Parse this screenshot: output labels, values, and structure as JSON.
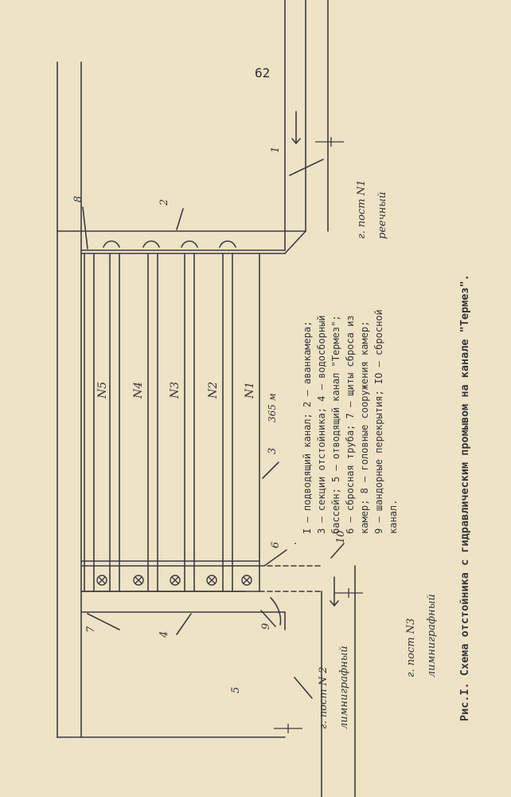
{
  "page": {
    "number": "62"
  },
  "figure": {
    "caption": "Рис.I. Схема отстойника с гидравлическим промывом на канале \"Термез\".",
    "legend_lines": [
      "I – подводящий канал; 2 – аванкамера;",
      "3 – секции отстойника; 4 – водосборный",
      "бассейн; 5 – отводящий канал \"Термез\";",
      "6 – сбросная труба; 7 – щиты сброса из",
      "камер; 8 – головные сооружения камер;",
      "9 – шандорные перекрытия; IO – сбросной",
      "канал."
    ],
    "bullet": "·",
    "section_labels": [
      "N5",
      "N4",
      "N3",
      "N2",
      "N1"
    ],
    "dimension": "365 м",
    "callouts": {
      "c1": "1",
      "c2": "2",
      "c3": "3",
      "c4": "4",
      "c5": "5",
      "c6": "6",
      "c7": "7",
      "c8": "8",
      "c9": "9",
      "c10": "10"
    },
    "posts": {
      "p1_title": "г. пост N1",
      "p1_sub": "реечный",
      "p2_title": "г. пост N 2",
      "p2_sub": "лимниграфный",
      "p3_title": "г. пост N3",
      "p3_sub": "лимниграфный"
    }
  }
}
